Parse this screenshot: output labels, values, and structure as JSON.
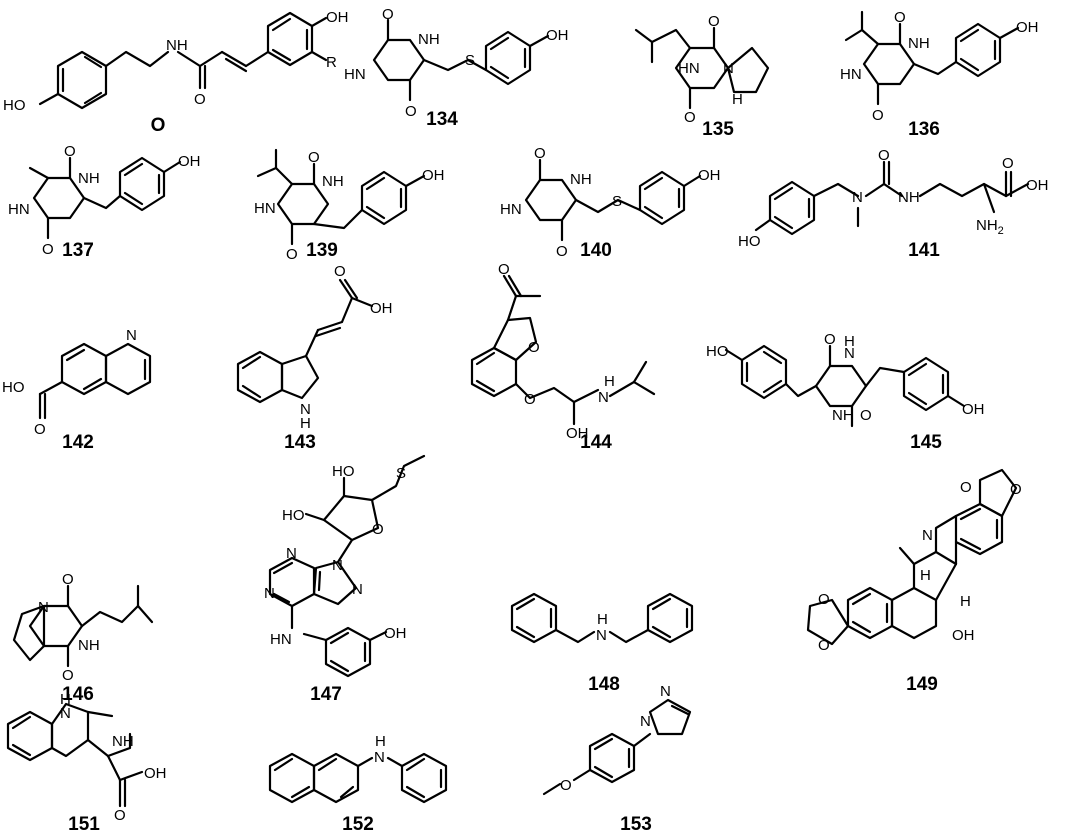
{
  "compounds": [
    {
      "id": "O"
    },
    {
      "id": "134"
    },
    {
      "id": "135"
    },
    {
      "id": "136"
    },
    {
      "id": "137"
    },
    {
      "id": "139"
    },
    {
      "id": "140"
    },
    {
      "id": "141"
    },
    {
      "id": "142"
    },
    {
      "id": "143"
    },
    {
      "id": "144"
    },
    {
      "id": "145"
    },
    {
      "id": "146"
    },
    {
      "id": "147"
    },
    {
      "id": "148"
    },
    {
      "id": "149"
    },
    {
      "id": "151"
    },
    {
      "id": "152"
    },
    {
      "id": "153"
    }
  ],
  "atom_labels": {
    "oh": "OH",
    "ho": "HO",
    "nh": "NH",
    "hn": "HN",
    "n": "N",
    "h": "H",
    "o": "O",
    "s": "S",
    "r": "R",
    "nh2": "NH",
    "nh2_sub": "2",
    "nh_low": "N"
  }
}
